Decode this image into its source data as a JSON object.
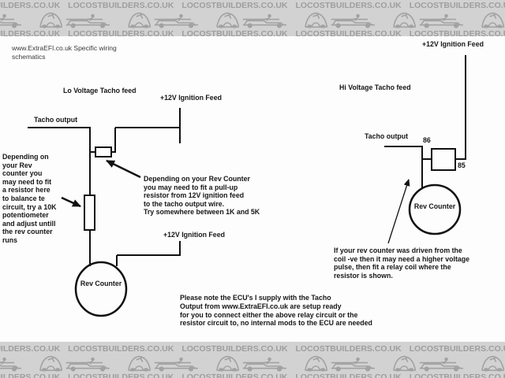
{
  "banner": {
    "text": "LOCOSTBUILDERS.CO.UK",
    "bg_color": "#d2d2d2",
    "text_color": "#9e9e9e",
    "car_icon": "kit-car-doodle"
  },
  "colors": {
    "background": "#ffffff",
    "line": "#111111"
  },
  "header": {
    "site_note": "www.ExtraEFI.co.uk Specific wiring\nschematics"
  },
  "left_circuit": {
    "title": "Lo Voltage Tacho feed",
    "ignition_feed_top_label": "+12V Ignition Feed",
    "tacho_output_label": "Tacho output",
    "ignition_feed_bottom_label": "+12V Ignition Feed",
    "rev_counter_label": "Rev Counter",
    "resistor_note": "Depending on\nyour Rev\ncounter you\nmay need to fit\na resistor here\nto balance te\ncircuit, try a 10K\npotentiometer\nand adjust untill\nthe rev counter\nruns",
    "pullup_note": "Depending on your Rev Counter\nyou may need to fit a pull-up\nresistor from 12V ignition feed\nto the tacho output wire.\nTry somewhere between 1K and 5K"
  },
  "right_circuit": {
    "title": "Hi Voltage Tacho feed",
    "ignition_feed_label": "+12V Ignition Feed",
    "tacho_output_label": "Tacho output",
    "relay_pin_top": "86",
    "relay_pin_bottom": "85",
    "rev_counter_label": "Rev Counter",
    "relay_note": "If your rev counter was driven from the\ncoil -ve then it may need a higher voltage\npulse, then fit a relay coil where the\nresistor is shown."
  },
  "footer": {
    "ecu_note": "Please note the ECU's I supply with the Tacho\nOutput from www.ExtraEFI.co.uk are setup ready\nfor you to connect either the above relay circuit or the\nresistor circuit to, no internal mods to the ECU are needed"
  }
}
